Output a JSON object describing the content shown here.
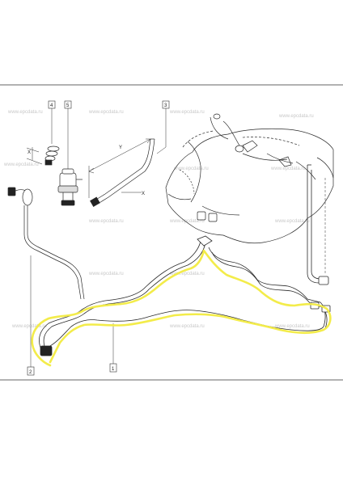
{
  "watermark": "www.epcdata.ru",
  "callouts": {
    "c1": "1",
    "c2": "2",
    "c3": "3",
    "c4": "4",
    "c5": "5"
  },
  "dimension_labels": {
    "d1": "X",
    "d2": "Y",
    "d3": "X"
  },
  "highlight_color": "#f3ec4a",
  "line_color": "#2a2a2a"
}
